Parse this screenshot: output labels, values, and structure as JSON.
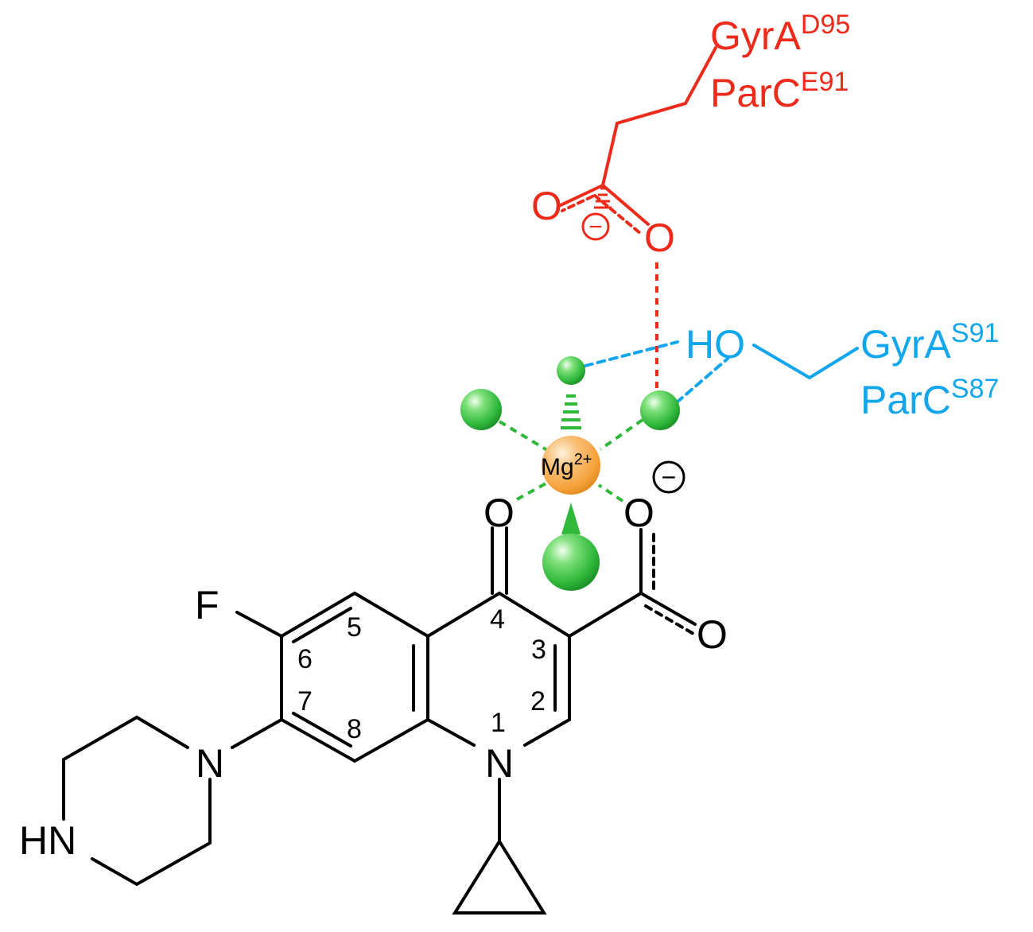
{
  "atoms": {
    "fluorine": "F",
    "nitrogen_ring": "N",
    "nitrogen_piperazine": "N",
    "hn_piperazine": "HN",
    "oxygen_ketone": "O",
    "oxygen_carboxylate_top": "O",
    "oxygen_carboxylate_bottom": "O",
    "oxygen_asp_left": "O",
    "oxygen_asp_right": "O",
    "ser_hydroxyl": "HO",
    "minus_black": "−",
    "minus_red": "−"
  },
  "ring_numbers": [
    "1",
    "2",
    "3",
    "4",
    "5",
    "6",
    "7",
    "8"
  ],
  "metal": {
    "symbol": "Mg",
    "charge": "2+"
  },
  "residues": {
    "acidic": {
      "line1": {
        "protein": "GyrA",
        "residue": "D95"
      },
      "line2": {
        "protein": "ParC",
        "residue": "E91"
      }
    },
    "serine": {
      "line1": {
        "protein": "GyrA",
        "residue": "S91"
      },
      "line2": {
        "protein": "ParC",
        "residue": "S87"
      }
    }
  },
  "colors": {
    "skeleton": "#000000",
    "acidic_residue": "#ee2a1b",
    "serine_residue": "#12a6ec",
    "water": "#2fb83a",
    "magnesium": "#f5a13a"
  }
}
